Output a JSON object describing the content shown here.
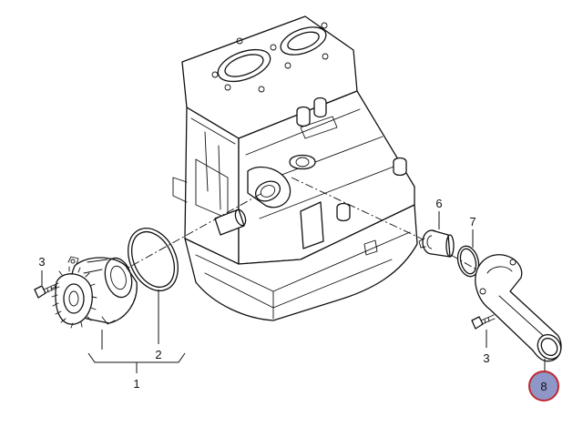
{
  "callouts": {
    "c1": "1",
    "c2": "2",
    "c3a": "3",
    "c3b": "3",
    "c6": "6",
    "c7": "7",
    "c8": "8"
  },
  "colors": {
    "highlight_fill": "#8f97c9",
    "highlight_ring": "#c0282d",
    "line": "#111111"
  }
}
